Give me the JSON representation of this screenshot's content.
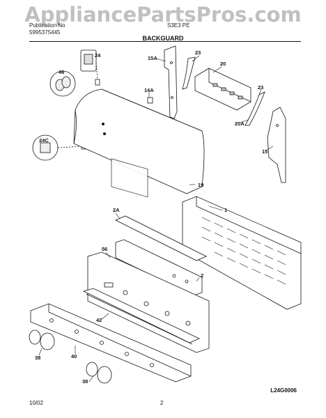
{
  "watermark": "AppliancePartsPros.com",
  "header": {
    "left_line1": "Publication No",
    "left_line2": "5995375445",
    "model": "S3E3  PE",
    "section_title": "BACKGUARD"
  },
  "callouts": {
    "c24": "24",
    "c46": "46",
    "c15A": "15A",
    "c23a": "23",
    "c20": "20",
    "c14A": "14A",
    "c23b": "23",
    "c24C": "24C",
    "c20A": "20A",
    "c15": "15",
    "c19": "19",
    "c2A": "2A",
    "c1": "1",
    "c56": "56",
    "c2": "2",
    "c42": "42",
    "c38a": "38",
    "c40": "40",
    "c38b": "38"
  },
  "footer": {
    "date": "10/02",
    "page": "2",
    "code": "L24G0006"
  }
}
